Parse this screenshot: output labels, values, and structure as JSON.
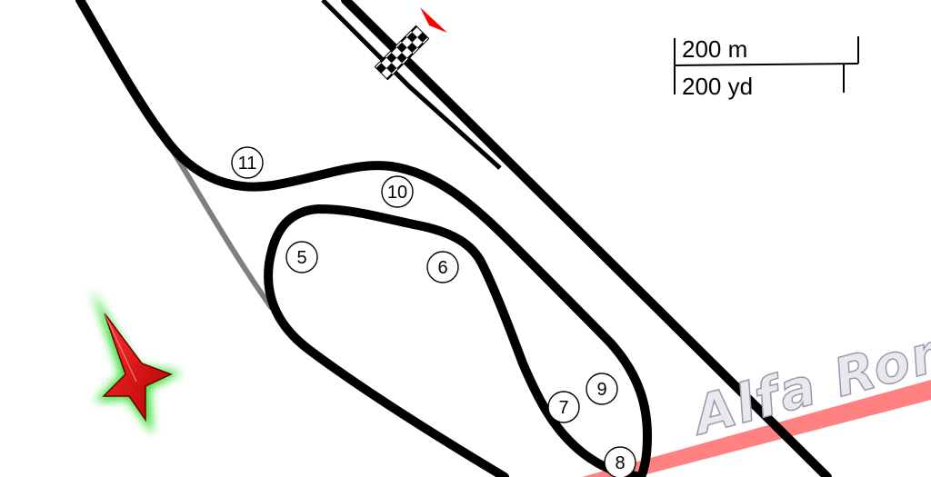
{
  "turns": [
    {
      "id": "5",
      "label": "5"
    },
    {
      "id": "6",
      "label": "6"
    },
    {
      "id": "7",
      "label": "7"
    },
    {
      "id": "8",
      "label": "8"
    },
    {
      "id": "9",
      "label": "9"
    },
    {
      "id": "10",
      "label": "10"
    },
    {
      "id": "11",
      "label": "11"
    }
  ],
  "scale": {
    "metric_label": "200 m",
    "imperial_label": "200 yd"
  },
  "watermark": {
    "text": "Alfa Romeo"
  },
  "colors": {
    "track": "#000000",
    "pit_lane": "#7f7f7f",
    "start_flag": "#ff0000",
    "north_arrow_fill": "#e82020",
    "north_arrow_glow": "#22dd22",
    "watermark_band": "#ff6b6b"
  },
  "icons": {
    "start_finish": "checkered-flag-icon",
    "direction": "direction-flag-icon",
    "north": "compass-star-icon"
  }
}
